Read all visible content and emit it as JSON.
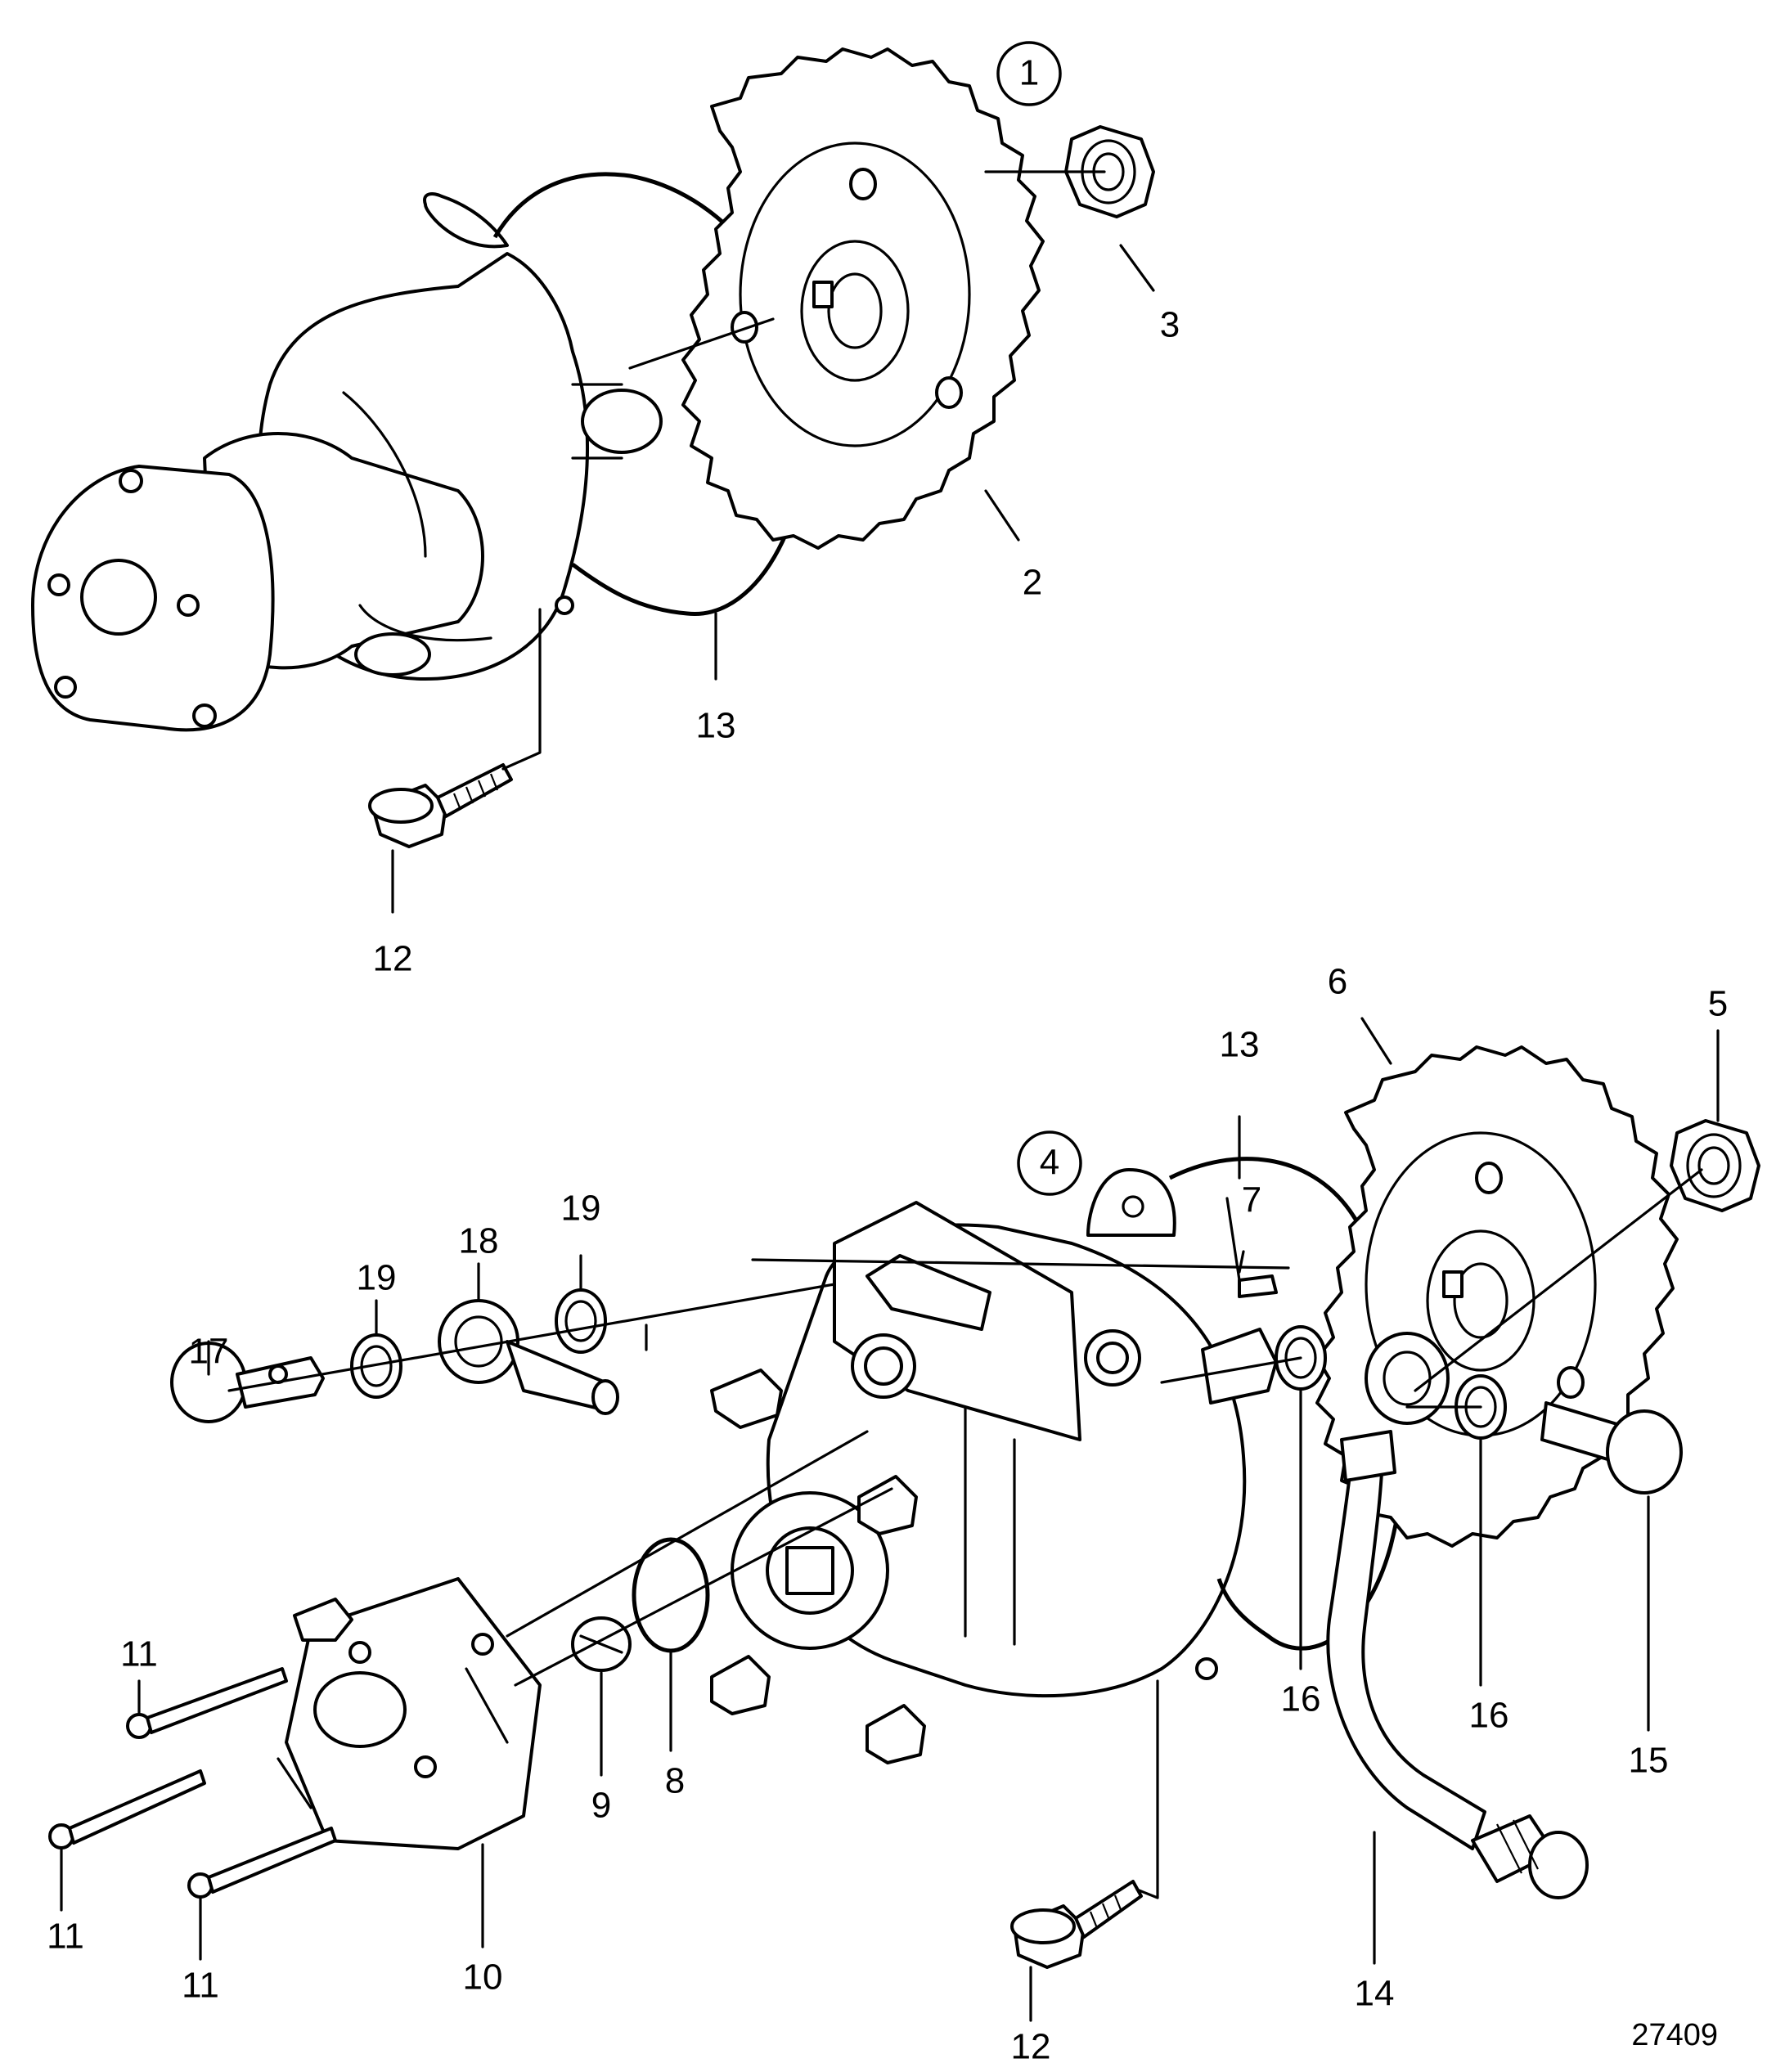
{
  "figure_number": "27409",
  "views": {
    "top": {
      "number": "1"
    },
    "bottom": {
      "number": "4"
    }
  },
  "part_labels": {
    "top": [
      "2",
      "3",
      "12",
      "13"
    ],
    "bottom": [
      "5",
      "6",
      "7",
      "8",
      "9",
      "10",
      "11",
      "11",
      "11",
      "12",
      "13",
      "14",
      "15",
      "16",
      "16",
      "17",
      "18",
      "19",
      "19"
    ]
  }
}
